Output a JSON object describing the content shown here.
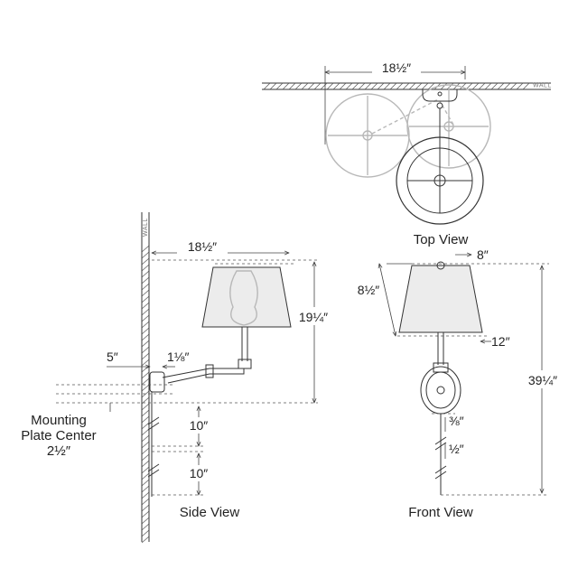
{
  "top_view": {
    "title": "Top View",
    "width_dim": "18½″",
    "wall_label": "WALL"
  },
  "side_view": {
    "title": "Side View",
    "wall_label": "WALL",
    "width_dim": "18½″",
    "height_dim": "19¼″",
    "extension_dim": "5″",
    "backplate_dim": "1⅛″",
    "mount_label_line1": "Mounting",
    "mount_label_line2": "Plate Center",
    "mount_dim": "2½″",
    "lower_dim_1": "10″",
    "lower_dim_2": "10″"
  },
  "front_view": {
    "title": "Front View",
    "shade_top_dim": "8″",
    "shade_height_dim": "8½″",
    "shade_bottom_dim": "12″",
    "overall_height_dim": "39¼″",
    "cord_dim_1": "⅜″",
    "cord_dim_2": "½″"
  }
}
